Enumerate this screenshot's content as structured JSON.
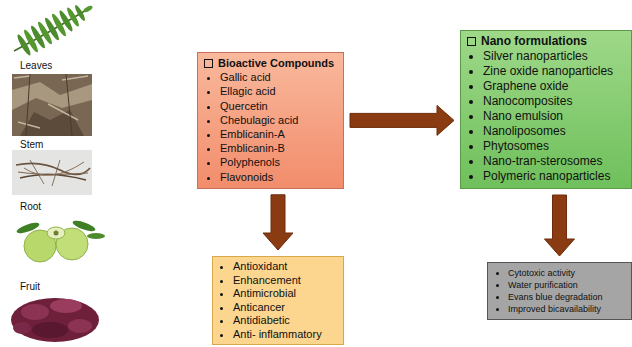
{
  "diagram": {
    "nodes": [
      {
        "text": [
          "Bioactive Compounds",
          "Gallic acid",
          "Ellagic acid",
          "Quercetin",
          "Chebulagic acid",
          "Emblicanin-A",
          "Emblicanin-B",
          "Polyphenols",
          "Flavonoids"
        ]
      },
      {
        "text": [
          "Nano formulations",
          "Silver nanoparticles",
          "Zine oxide nanoparticles",
          "Graphene oxide",
          "Nanocomposites",
          "Nano emulsion",
          "Nanoliposomes",
          "Phytosomes",
          "Nano-tran-sterosomes",
          "Polymeric nanoparticles"
        ]
      },
      {
        "text": [
          "Antioxidant",
          "Enhancement",
          "Antimicrobial",
          "Anticancer",
          "Antidiabetic",
          "Anti- inflammatory"
        ]
      },
      {
        "text": [
          "Cytotoxic activity",
          "Water purification",
          "Evans blue degradation",
          "Improved bicavailability"
        ]
      }
    ],
    "edges": [
      {
        "from": 0,
        "to": 1,
        "arrow": "to"
      },
      {
        "from": 0,
        "to": 2,
        "arrow": "to"
      },
      {
        "from": 1,
        "to": 3,
        "arrow": "to"
      }
    ],
    "labels": [
      "Leaves",
      "Stem",
      "Root",
      "Fruit"
    ]
  }
}
